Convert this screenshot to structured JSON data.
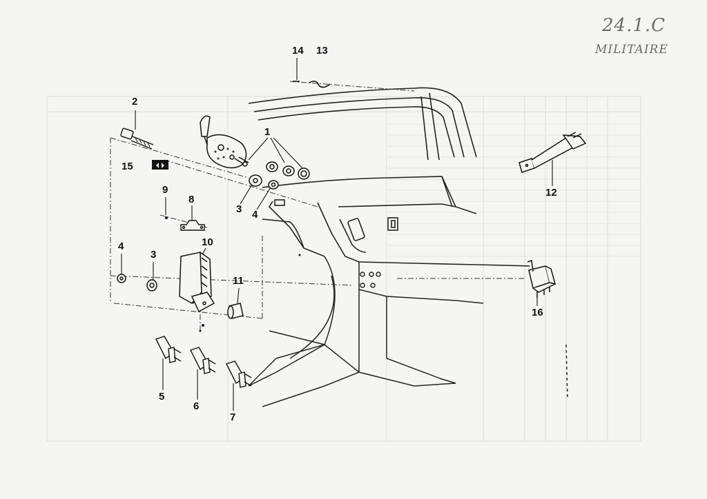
{
  "annotations": {
    "reference": "24.1.C",
    "variant": "MILITAIRE"
  },
  "callouts": [
    {
      "id": "c14",
      "label": "14"
    },
    {
      "id": "c13",
      "label": "13"
    },
    {
      "id": "c2",
      "label": "2"
    },
    {
      "id": "c1",
      "label": "1"
    },
    {
      "id": "c15",
      "label": "15"
    },
    {
      "id": "c9",
      "label": "9"
    },
    {
      "id": "c8",
      "label": "8"
    },
    {
      "id": "c3a",
      "label": "3"
    },
    {
      "id": "c4a",
      "label": "4"
    },
    {
      "id": "c10",
      "label": "10"
    },
    {
      "id": "c4b",
      "label": "4"
    },
    {
      "id": "c3b",
      "label": "3"
    },
    {
      "id": "c11",
      "label": "11"
    },
    {
      "id": "c5",
      "label": "5"
    },
    {
      "id": "c6",
      "label": "6"
    },
    {
      "id": "c7",
      "label": "7"
    },
    {
      "id": "c12",
      "label": "12"
    },
    {
      "id": "c16",
      "label": "16"
    }
  ]
}
